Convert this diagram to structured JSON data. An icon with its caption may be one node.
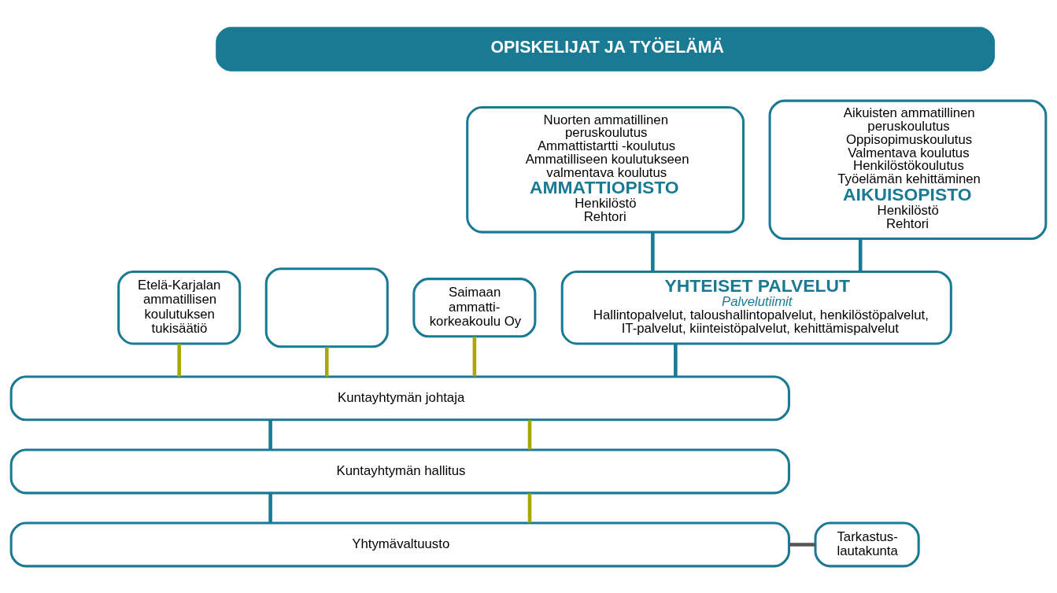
{
  "diagram": {
    "nodes": [
      {
        "text": [
          "OPISKELIJAT JA TYÖELÄMÄ"
        ]
      },
      {
        "text": [
          "Nuorten ammatillinen peruskoulutus",
          "Ammattistartti -koulutus",
          "Ammatilliseen koulutukseen valmentava koulutus",
          "AMMATTIOPISTO",
          "Henkilöstö",
          "Rehtori"
        ]
      },
      {
        "text": [
          "Aikuisten ammatillinen peruskoulutus",
          "Oppisopimuskoulutus",
          "Valmentava koulutus",
          "Henkilöstökoulutus",
          "Työelämän kehittäminen",
          "AIKUISOPISTO",
          "Henkilöstö",
          "Rehtori"
        ]
      },
      {
        "text": [
          "Etelä-Karjalan ammatillisen koulutuksen tukisäätiö"
        ]
      },
      {
        "text": [],
        "shape": "box"
      },
      {
        "text": [
          "Saimaan ammatti- korkeakoulu Oy"
        ]
      },
      {
        "text": [
          "YHTEISET PALVELUT",
          "Palvelutiimit",
          "Hallintopalvelut, taloushallintopalvelut, henkilöstöpalvelut, IT-palvelut, kiinteistöpalvelut, kehittämispalvelut"
        ]
      },
      {
        "text": [
          "Kuntayhtymän johtaja"
        ]
      },
      {
        "text": [
          "Kuntayhtymän hallitus"
        ]
      },
      {
        "text": [
          "Yhtymävaltuusto"
        ]
      },
      {
        "text": [
          "Tarkastus- lautakunta"
        ]
      }
    ],
    "edges": [
      {
        "from": 1,
        "to": 6,
        "arrow": "none"
      },
      {
        "from": 2,
        "to": 6,
        "arrow": "none"
      },
      {
        "from": 3,
        "to": 7,
        "arrow": "none",
        "color": "#a8a800"
      },
      {
        "from": 4,
        "to": 7,
        "arrow": "none",
        "color": "#a8a800"
      },
      {
        "from": 5,
        "to": 7,
        "arrow": "none",
        "color": "#a8a800"
      },
      {
        "from": 6,
        "to": 7,
        "arrow": "none"
      },
      {
        "from": 7,
        "to": 8,
        "arrow": "none"
      },
      {
        "from": 7,
        "to": 8,
        "arrow": "none",
        "color": "#a8a800"
      },
      {
        "from": 8,
        "to": 9,
        "arrow": "none"
      },
      {
        "from": 8,
        "to": 9,
        "arrow": "none",
        "color": "#a8a800"
      },
      {
        "from": 9,
        "to": 10,
        "arrow": "none",
        "color": "#555555"
      }
    ]
  }
}
